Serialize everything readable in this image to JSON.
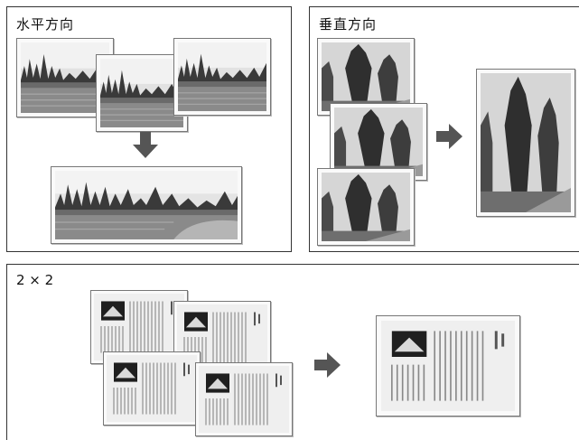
{
  "panels": {
    "horizontal": {
      "title": "水平方向"
    },
    "vertical": {
      "title": "垂直方向"
    },
    "grid": {
      "title": "2 × 2"
    }
  },
  "icons": {
    "arrow_down": "arrow-down-icon",
    "arrow_right": "arrow-right-icon"
  },
  "colors": {
    "border": "#333333",
    "arrow": "#555555"
  }
}
